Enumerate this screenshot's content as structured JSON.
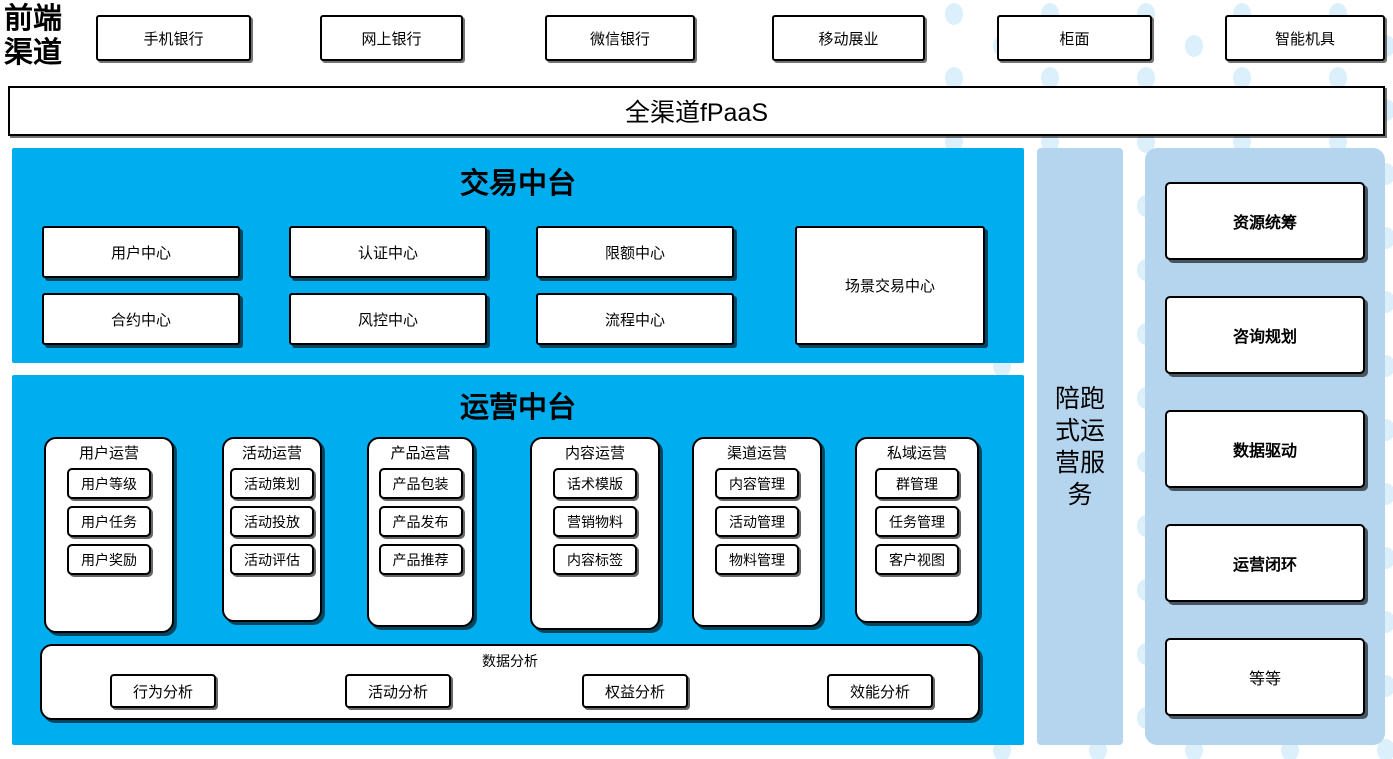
{
  "front_channel": {
    "label": "前端\n渠道",
    "label_line1": "前端",
    "label_line2": "渠道",
    "channels": [
      {
        "label": "手机银行"
      },
      {
        "label": "网上银行"
      },
      {
        "label": "微信银行"
      },
      {
        "label": "移动展业"
      },
      {
        "label": "柜面"
      },
      {
        "label": "智能机具"
      }
    ]
  },
  "platform_bar": {
    "label": "全渠道fPaaS"
  },
  "transaction_platform": {
    "title": "交易中台",
    "cards": [
      {
        "label": "用户中心"
      },
      {
        "label": "认证中心"
      },
      {
        "label": "限额中心"
      },
      {
        "label": "合约中心"
      },
      {
        "label": "风控中心"
      },
      {
        "label": "流程中心"
      },
      {
        "label": "场景交易中心"
      }
    ]
  },
  "operation_platform": {
    "title": "运营中台",
    "groups": [
      {
        "title": "用户运营",
        "items": [
          "用户等级",
          "用户任务",
          "用户奖励"
        ]
      },
      {
        "title": "活动运营",
        "items": [
          "活动策划",
          "活动投放",
          "活动评估"
        ]
      },
      {
        "title": "产品运营",
        "items": [
          "产品包装",
          "产品发布",
          "产品推荐"
        ]
      },
      {
        "title": "内容运营",
        "items": [
          "话术模版",
          "营销物料",
          "内容标签"
        ]
      },
      {
        "title": "渠道运营",
        "items": [
          "内容管理",
          "活动管理",
          "物料管理"
        ]
      },
      {
        "title": "私域运营",
        "items": [
          "群管理",
          "任务管理",
          "客户视图"
        ]
      }
    ],
    "data_analysis": {
      "title": "数据分析",
      "items": [
        "行为分析",
        "活动分析",
        "权益分析",
        "效能分析"
      ]
    }
  },
  "service_column": {
    "label": "陪跑式运营服务"
  },
  "capability_panel": {
    "items": [
      {
        "label": "资源统筹",
        "bold": true
      },
      {
        "label": "咨询规划",
        "bold": true
      },
      {
        "label": "数据驱动",
        "bold": true
      },
      {
        "label": "运营闭环",
        "bold": true
      },
      {
        "label": "等等",
        "bold": false
      }
    ]
  },
  "colors": {
    "primary_blue": "#00AEEF",
    "light_blue": "#B5D5EF",
    "dot_blue": "#DCF0FB",
    "border_black": "#000000",
    "card_white": "#FFFFFF"
  }
}
